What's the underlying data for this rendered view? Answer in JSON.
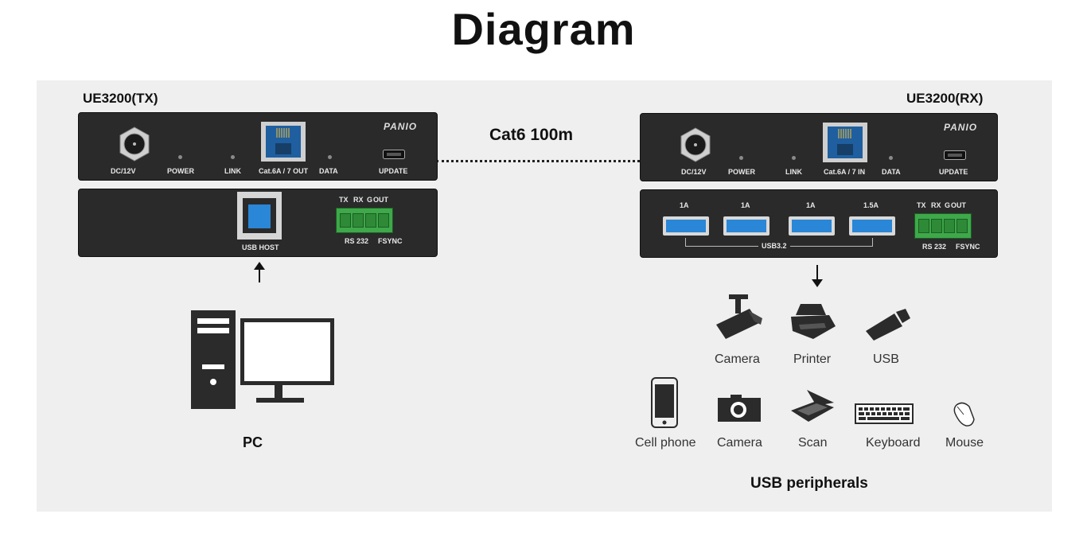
{
  "title": "Diagram",
  "tx": {
    "title": "UE3200(TX)",
    "brand": "PANIO",
    "front_labels": {
      "power_in": "DC/12V",
      "power": "POWER",
      "link": "LINK",
      "cat": "Cat.6A / 7 OUT",
      "data": "DATA",
      "update": "UPDATE"
    },
    "rear_labels": {
      "usb_host": "USB HOST",
      "tx": "TX",
      "rx": "RX",
      "g": "G",
      "out": "OUT",
      "rs232": "RS 232",
      "fsync": "FSYNC"
    }
  },
  "rx": {
    "title": "UE3200(RX)",
    "brand": "PANIO",
    "front_labels": {
      "power_in": "DC/12V",
      "power": "POWER",
      "link": "LINK",
      "cat": "Cat.6A / 7 IN",
      "data": "DATA",
      "update": "UPDATE"
    },
    "rear_labels": {
      "port1": "1A",
      "port2": "1A",
      "port3": "1A",
      "port4": "1.5A",
      "usb_group": "USB3.2",
      "tx": "TX",
      "rx": "RX",
      "g": "G",
      "out": "OUT",
      "rs232": "RS 232",
      "fsync": "FSYNC"
    }
  },
  "link_label": "Cat6 100m",
  "pc_label": "PC",
  "peripherals": {
    "row1": [
      "Camera",
      "Printer",
      "USB"
    ],
    "row2": [
      "Cell phone",
      "Camera",
      "Scan",
      "Keyboard",
      "Mouse"
    ],
    "caption": "USB peripherals"
  },
  "colors": {
    "device_body": "#2a2a2a",
    "usb_blue": "#2a86d6",
    "terminal_green": "#3ea84a",
    "rj45_blue": "#1f5f9f",
    "panel_bg": "#efefef"
  },
  "icons": [
    "power-jack-icon",
    "rj45-port-icon",
    "micro-usb-port-icon",
    "usb-b-port-icon",
    "terminal-block-icon",
    "usb-a-port-icon",
    "desktop-pc-icon",
    "security-camera-icon",
    "printer-icon",
    "usb-stick-icon",
    "cell-phone-icon",
    "photo-camera-icon",
    "scanner-icon",
    "keyboard-icon",
    "mouse-icon",
    "arrow-up-icon",
    "arrow-down-icon"
  ]
}
